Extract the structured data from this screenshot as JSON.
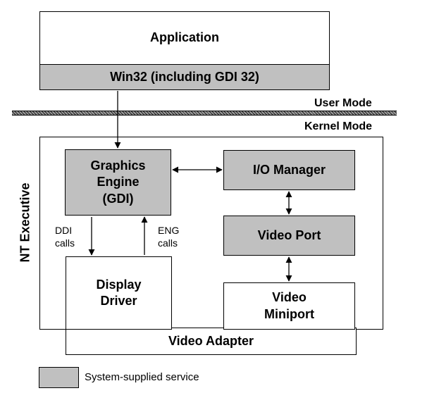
{
  "boxes": {
    "application": "Application",
    "win32": "Win32 (including GDI 32)",
    "graphics_engine": [
      "Graphics",
      "Engine",
      "(GDI)"
    ],
    "io_manager": "I/O Manager",
    "video_port": "Video Port",
    "display_driver": [
      "Display",
      "Driver"
    ],
    "video_miniport": [
      "Video",
      "Miniport"
    ],
    "video_adapter": "Video Adapter"
  },
  "modes": {
    "user": "User Mode",
    "kernel": "Kernel Mode"
  },
  "nt_executive": "NT Executive",
  "arrow_labels": {
    "ddi": [
      "DDI",
      "calls"
    ],
    "eng": [
      "ENG",
      "calls"
    ]
  },
  "legend": {
    "label": "System-supplied service",
    "swatch_color": "#c0c0c0"
  },
  "colors": {
    "system_supplied": "#c0c0c0",
    "other": "#ffffff",
    "band": "#808080"
  }
}
